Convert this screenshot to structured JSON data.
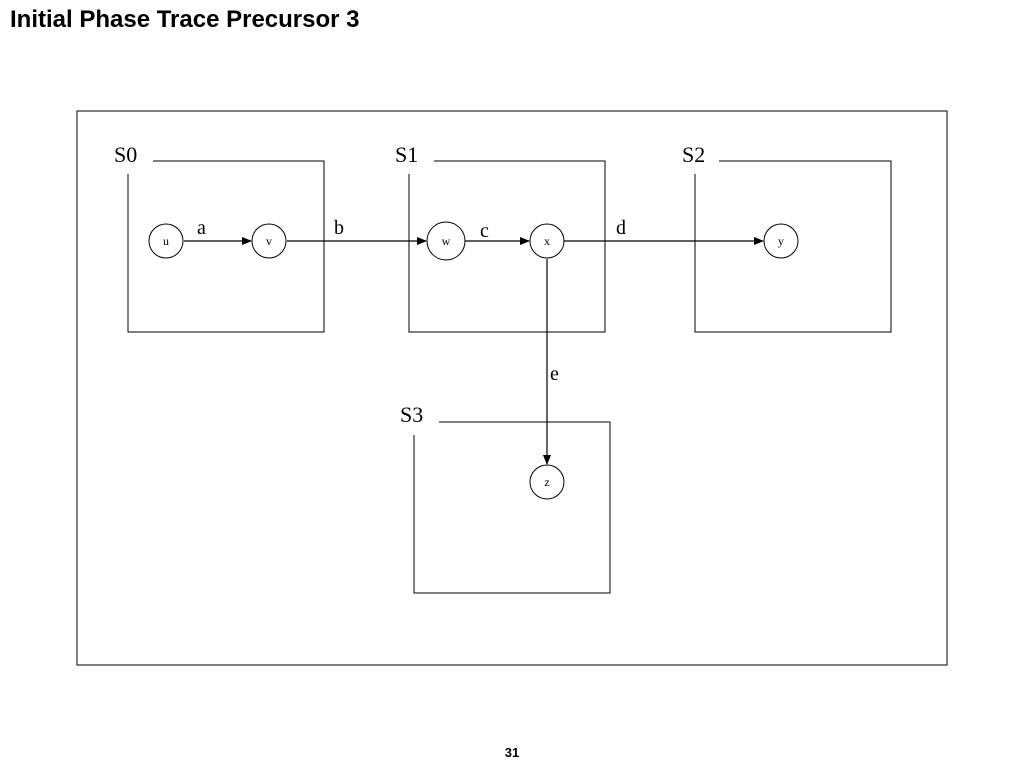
{
  "slide": {
    "title": "Initial Phase Trace Precursor 3",
    "page_number": "31"
  },
  "diagram": {
    "states": [
      {
        "id": "S0",
        "label": "S0"
      },
      {
        "id": "S1",
        "label": "S1"
      },
      {
        "id": "S2",
        "label": "S2"
      },
      {
        "id": "S3",
        "label": "S3"
      }
    ],
    "nodes": [
      {
        "id": "u",
        "label": "u",
        "state": "S0"
      },
      {
        "id": "v",
        "label": "v",
        "state": "S0"
      },
      {
        "id": "w",
        "label": "w",
        "state": "S1"
      },
      {
        "id": "x",
        "label": "x",
        "state": "S1"
      },
      {
        "id": "y",
        "label": "y",
        "state": "S2"
      },
      {
        "id": "z",
        "label": "z",
        "state": "S3"
      }
    ],
    "edges": [
      {
        "from": "u",
        "to": "v",
        "label": "a"
      },
      {
        "from": "v",
        "to": "w",
        "label": "b"
      },
      {
        "from": "w",
        "to": "x",
        "label": "c"
      },
      {
        "from": "x",
        "to": "y",
        "label": "d"
      },
      {
        "from": "x",
        "to": "z",
        "label": "e"
      }
    ]
  }
}
